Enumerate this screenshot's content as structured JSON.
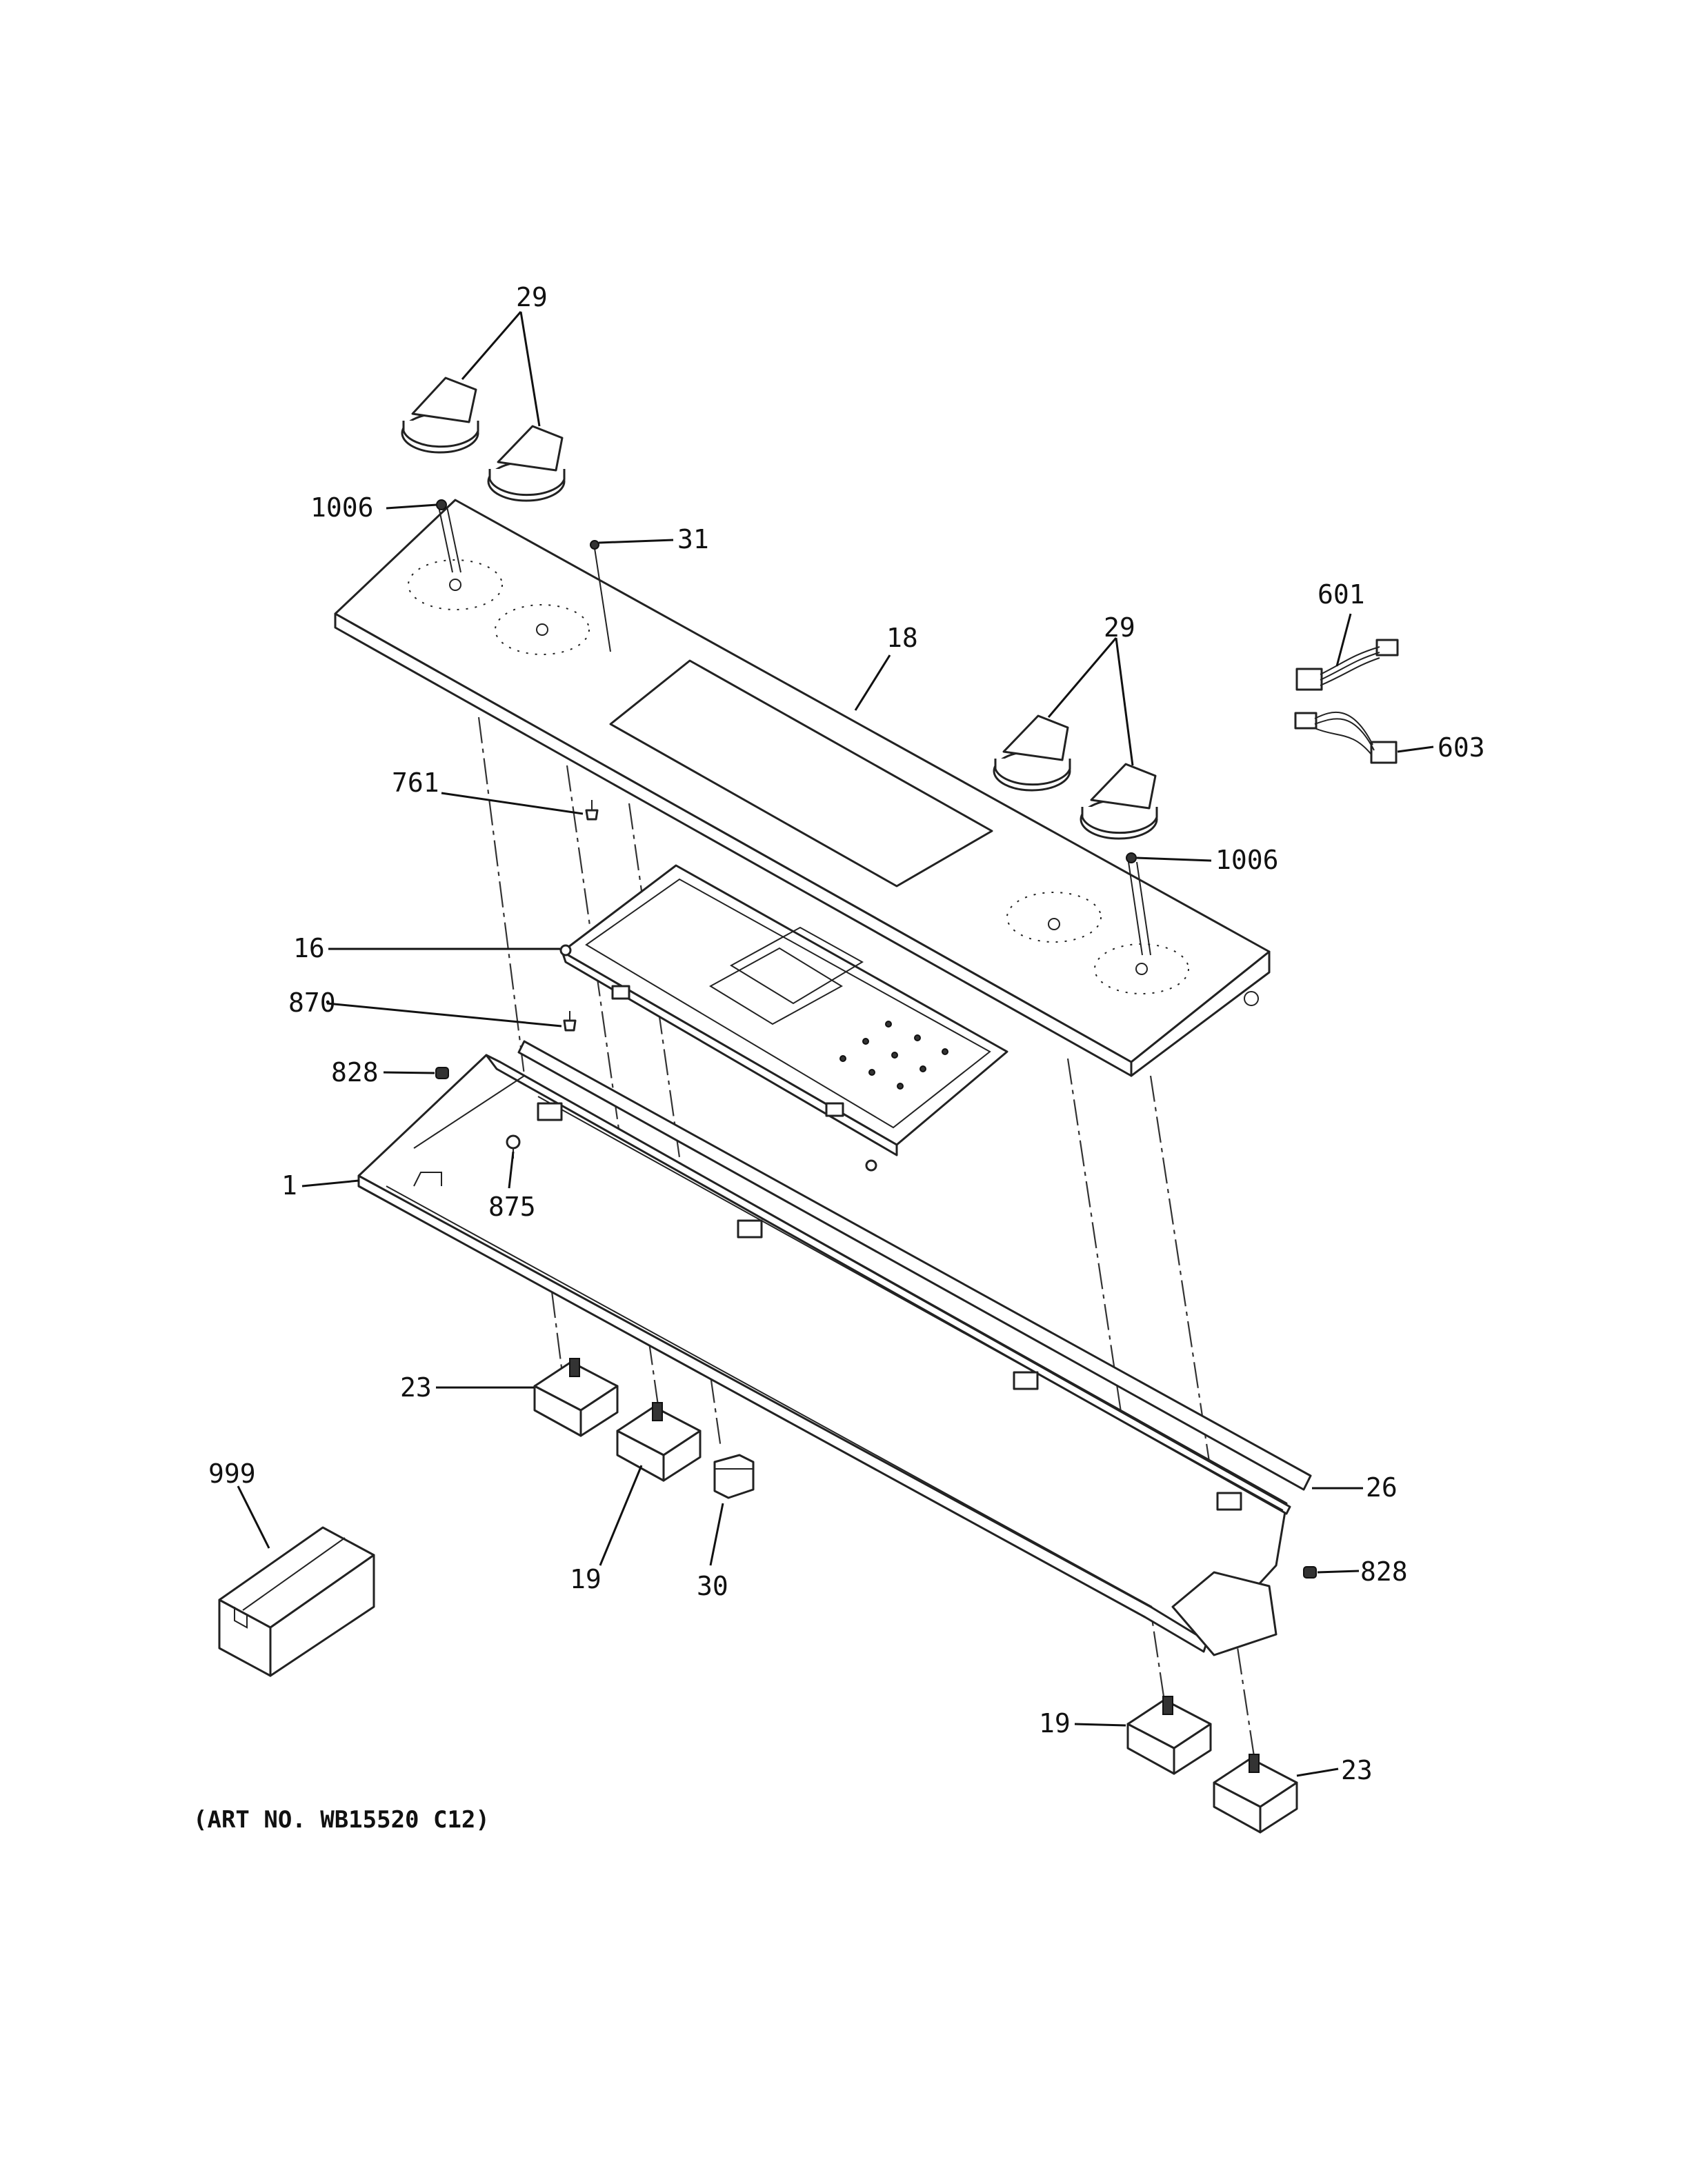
{
  "diagram": {
    "art_number": "(ART NO. WB15520 C12)",
    "callouts": {
      "knob_top_left": "29",
      "knob_top_right": "29",
      "screw_left": "1006",
      "screw_right": "1006",
      "clip": "31",
      "panel": "18",
      "harness_a": "601",
      "harness_b": "603",
      "screw_761": "761",
      "board": "16",
      "screw_870": "870",
      "screw_828_left": "828",
      "screw_828_right": "828",
      "screw_875": "875",
      "frame": "1",
      "switch_23_left": "23",
      "switch_23_right": "23",
      "switch_19_left": "19",
      "switch_19_right": "19",
      "relay": "30",
      "trim": "26",
      "kit": "999"
    }
  }
}
